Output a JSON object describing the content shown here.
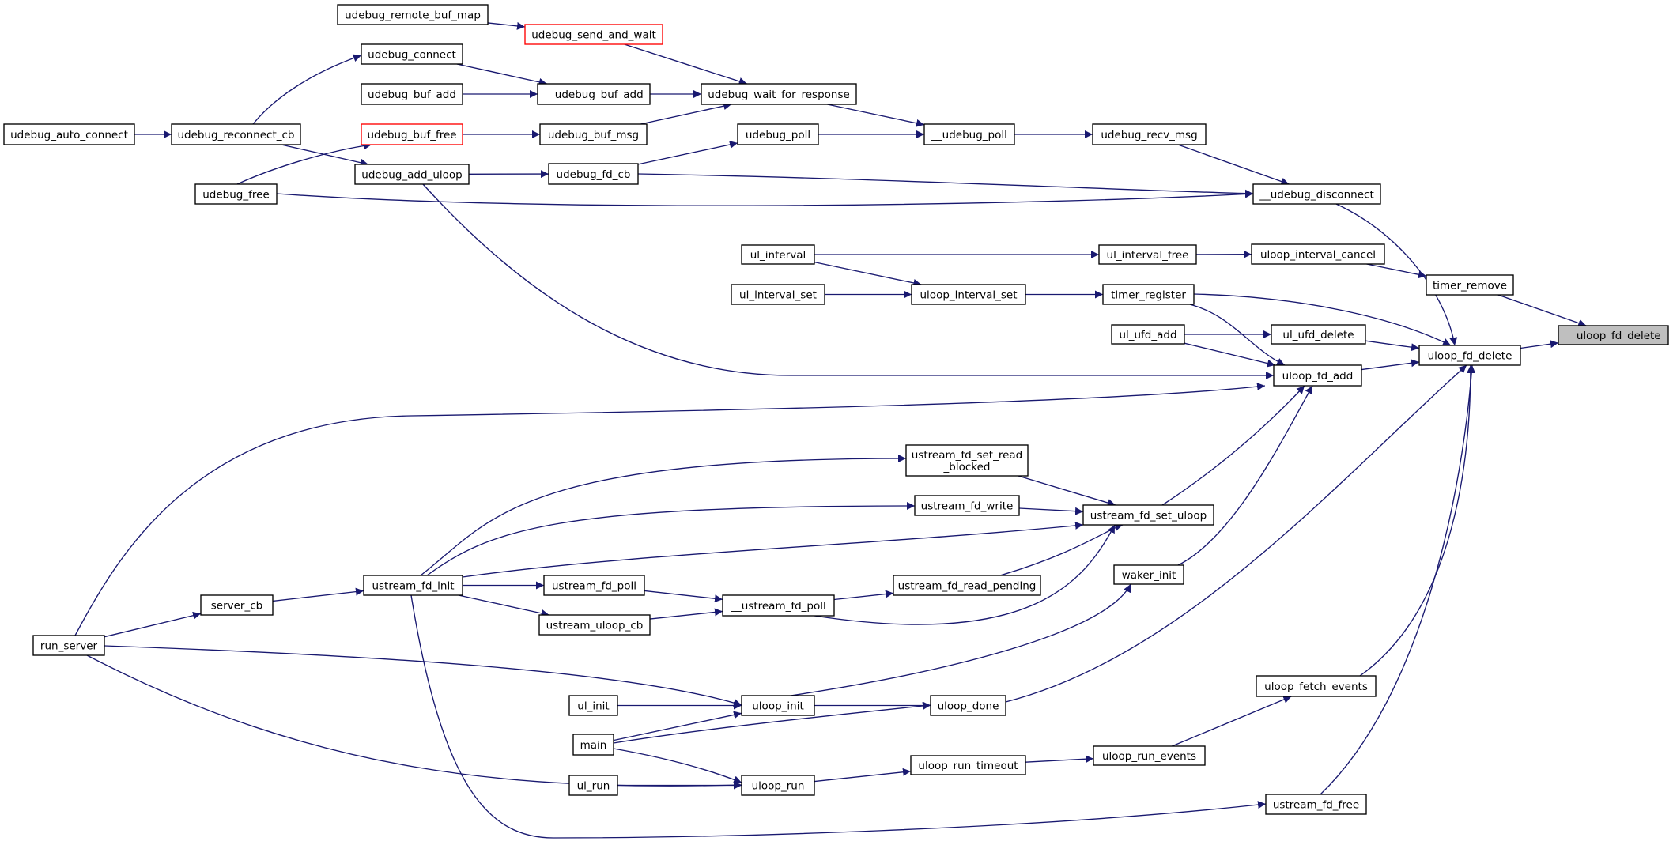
{
  "graph": {
    "edge_color": "#191970",
    "highlight_fill": "#bfbfbf",
    "red_border": "#ff0000",
    "nodes": [
      {
        "id": "n0",
        "label": "__uloop_fd_delete",
        "style": "highlight"
      },
      {
        "id": "n1",
        "label": "timer_remove"
      },
      {
        "id": "n2",
        "label": "uloop_fd_delete"
      },
      {
        "id": "n3",
        "label": "uloop_interval_cancel"
      },
      {
        "id": "n4",
        "label": "__udebug_disconnect"
      },
      {
        "id": "n5",
        "label": "ul_ufd_delete"
      },
      {
        "id": "n6",
        "label": "uloop_fd_add"
      },
      {
        "id": "n7",
        "label": "timer_register"
      },
      {
        "id": "n8",
        "label": "ul_interval_free"
      },
      {
        "id": "n9",
        "label": "udebug_recv_msg"
      },
      {
        "id": "n10",
        "label": "__udebug_poll"
      },
      {
        "id": "n11",
        "label": "udebug_wait_for_response"
      },
      {
        "id": "n12",
        "label": "udebug_send_and_wait",
        "style": "red"
      },
      {
        "id": "n13",
        "label": "udebug_remote_buf_map"
      },
      {
        "id": "n14",
        "label": "__udebug_buf_add"
      },
      {
        "id": "n15",
        "label": "udebug_connect"
      },
      {
        "id": "n16",
        "label": "udebug_buf_add"
      },
      {
        "id": "n17",
        "label": "udebug_buf_msg"
      },
      {
        "id": "n18",
        "label": "udebug_buf_free",
        "style": "red"
      },
      {
        "id": "n19",
        "label": "udebug_poll"
      },
      {
        "id": "n20",
        "label": "udebug_fd_cb"
      },
      {
        "id": "n21",
        "label": "udebug_add_uloop"
      },
      {
        "id": "n22",
        "label": "udebug_reconnect_cb"
      },
      {
        "id": "n23",
        "label": "udebug_auto_connect"
      },
      {
        "id": "n24",
        "label": "udebug_free"
      },
      {
        "id": "n25",
        "label": "ul_interval"
      },
      {
        "id": "n26",
        "label": "uloop_interval_set"
      },
      {
        "id": "n27",
        "label": "ul_interval_set"
      },
      {
        "id": "n28",
        "label": "ul_ufd_add"
      },
      {
        "id": "n29",
        "label": "ustream_fd_set_uloop"
      },
      {
        "id": "n30",
        "label": "ustream_fd_set_read\n_blocked"
      },
      {
        "id": "n31",
        "label": "ustream_fd_write"
      },
      {
        "id": "n32",
        "label": "ustream_fd_init"
      },
      {
        "id": "n33",
        "label": "ustream_fd_read_pending"
      },
      {
        "id": "n34",
        "label": "__ustream_fd_poll"
      },
      {
        "id": "n35",
        "label": "ustream_fd_poll"
      },
      {
        "id": "n36",
        "label": "ustream_uloop_cb"
      },
      {
        "id": "n37",
        "label": "server_cb"
      },
      {
        "id": "n38",
        "label": "run_server"
      },
      {
        "id": "n39",
        "label": "waker_init"
      },
      {
        "id": "n40",
        "label": "uloop_init"
      },
      {
        "id": "n41",
        "label": "ul_init"
      },
      {
        "id": "n42",
        "label": "main"
      },
      {
        "id": "n43",
        "label": "uloop_done"
      },
      {
        "id": "n44",
        "label": "uloop_fetch_events"
      },
      {
        "id": "n45",
        "label": "uloop_run_events"
      },
      {
        "id": "n46",
        "label": "uloop_run_timeout"
      },
      {
        "id": "n47",
        "label": "uloop_run"
      },
      {
        "id": "n48",
        "label": "ul_run"
      },
      {
        "id": "n49",
        "label": "ustream_fd_free"
      }
    ],
    "edges": [
      [
        "n1",
        "n0"
      ],
      [
        "n2",
        "n0"
      ],
      [
        "n3",
        "n1"
      ],
      [
        "n4",
        "n2"
      ],
      [
        "n5",
        "n2"
      ],
      [
        "n6",
        "n2"
      ],
      [
        "n7",
        "n2"
      ],
      [
        "n43",
        "n2"
      ],
      [
        "n44",
        "n2"
      ],
      [
        "n49",
        "n2"
      ],
      [
        "n8",
        "n3"
      ],
      [
        "n9",
        "n4"
      ],
      [
        "n20",
        "n4"
      ],
      [
        "n24",
        "n4"
      ],
      [
        "n25",
        "n8"
      ],
      [
        "n10",
        "n9"
      ],
      [
        "n11",
        "n10"
      ],
      [
        "n19",
        "n10"
      ],
      [
        "n12",
        "n11"
      ],
      [
        "n14",
        "n11"
      ],
      [
        "n17",
        "n11"
      ],
      [
        "n13",
        "n12"
      ],
      [
        "n15",
        "n14"
      ],
      [
        "n16",
        "n14"
      ],
      [
        "n22",
        "n15"
      ],
      [
        "n18",
        "n17"
      ],
      [
        "n24",
        "n18"
      ],
      [
        "n20",
        "n19"
      ],
      [
        "n21",
        "n20"
      ],
      [
        "n22",
        "n21"
      ],
      [
        "n23",
        "n22"
      ],
      [
        "n27",
        "n26"
      ],
      [
        "n25",
        "n26"
      ],
      [
        "n26",
        "n7"
      ],
      [
        "n7",
        "n6"
      ],
      [
        "n28",
        "n5"
      ],
      [
        "n28",
        "n6"
      ],
      [
        "n21",
        "n6"
      ],
      [
        "n38",
        "n6"
      ],
      [
        "n29",
        "n6"
      ],
      [
        "n39",
        "n6"
      ],
      [
        "n30",
        "n29"
      ],
      [
        "n31",
        "n29"
      ],
      [
        "n32",
        "n29"
      ],
      [
        "n33",
        "n29"
      ],
      [
        "n34",
        "n29"
      ],
      [
        "n32",
        "n30"
      ],
      [
        "n32",
        "n31"
      ],
      [
        "n35",
        "n34"
      ],
      [
        "n36",
        "n34"
      ],
      [
        "n34",
        "n33"
      ],
      [
        "n32",
        "n35"
      ],
      [
        "n32",
        "n36"
      ],
      [
        "n37",
        "n32"
      ],
      [
        "n38",
        "n37"
      ],
      [
        "n40",
        "n39"
      ],
      [
        "n38",
        "n40"
      ],
      [
        "n41",
        "n40"
      ],
      [
        "n42",
        "n40"
      ],
      [
        "n40",
        "n43"
      ],
      [
        "n42",
        "n43"
      ],
      [
        "n45",
        "n44"
      ],
      [
        "n46",
        "n45"
      ],
      [
        "n47",
        "n46"
      ],
      [
        "n42",
        "n47"
      ],
      [
        "n48",
        "n47"
      ],
      [
        "n38",
        "n47"
      ],
      [
        "n32",
        "n49"
      ]
    ]
  }
}
